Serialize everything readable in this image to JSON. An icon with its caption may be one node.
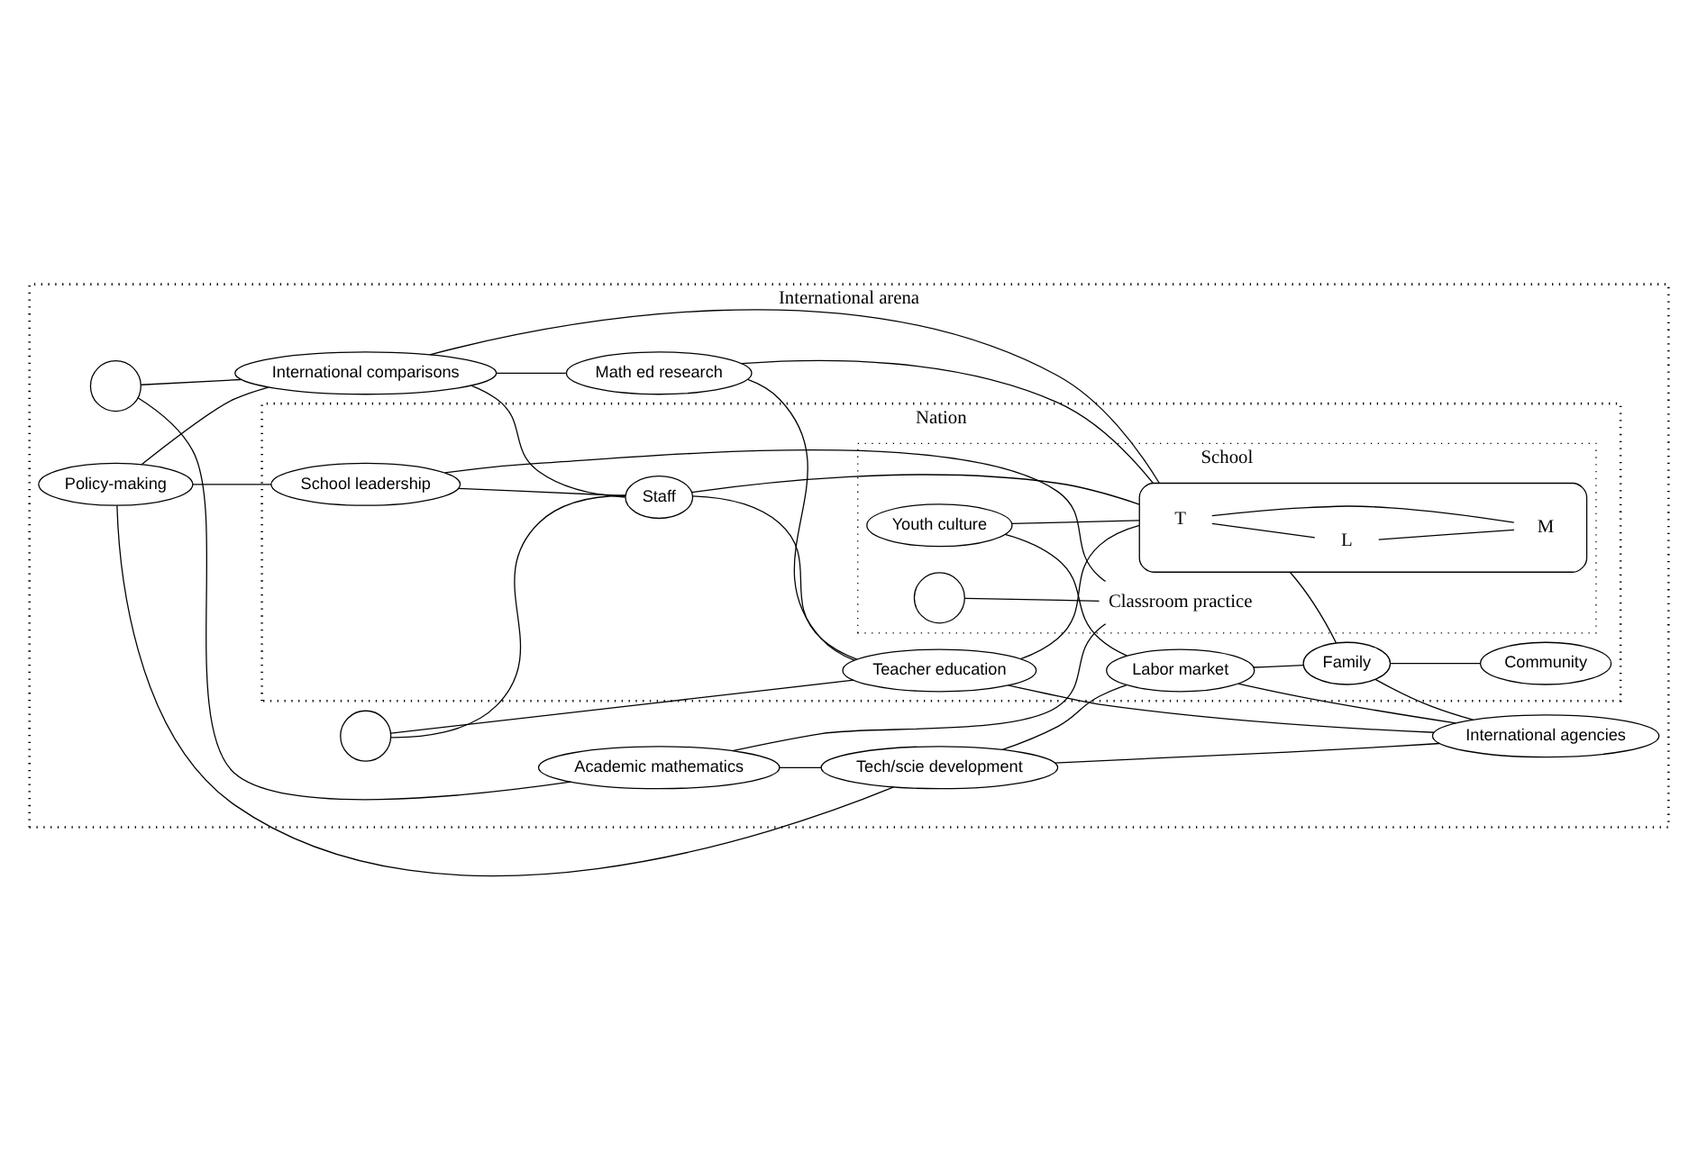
{
  "diagram": {
    "nodes": [
      {
        "text": [
          "International arena"
        ]
      },
      {
        "text": [],
        "shape": "circle",
        "in": 0
      },
      {
        "text": [
          "Nation"
        ],
        "in": 0
      },
      {
        "text": [
          "Academic mathematics"
        ],
        "in": 0
      },
      {
        "text": [
          "Policy-making"
        ],
        "in": 0
      },
      {
        "text": [
          "School"
        ],
        "in": 2
      },
      {
        "text": [
          "Tech/scie development"
        ],
        "in": 0
      },
      {
        "text": [
          "Youth culture"
        ],
        "in": 5
      },
      {
        "text": [],
        "shape": "circle",
        "in": 5
      },
      {
        "text": [
          "International comparisons"
        ],
        "in": 0
      },
      {
        "text": [
          "School leadership"
        ],
        "in": 2
      },
      {
        "text": [
          "Classroom practice"
        ],
        "in": 5
      },
      {
        "text": [
          "Labor market"
        ],
        "in": 2
      },
      {
        "text": [],
        "shape": "box",
        "in": 5
      },
      {
        "text": [
          "T"
        ],
        "in": 13
      },
      {
        "text": [
          "L"
        ],
        "in": 13
      },
      {
        "text": [
          "M"
        ],
        "in": 13
      },
      {
        "text": [],
        "shape": "circle",
        "in": 0
      },
      {
        "text": [
          "Staff"
        ],
        "in": 2
      },
      {
        "text": [
          "Family"
        ],
        "in": 2
      },
      {
        "text": [
          "Community"
        ],
        "in": 2
      },
      {
        "text": [
          "Math ed research"
        ],
        "in": 0
      },
      {
        "text": [
          "Teacher education"
        ],
        "in": 2
      },
      {
        "text": [
          "International agencies"
        ],
        "in": 0
      }
    ],
    "edges": [
      {
        "from": 1,
        "to": 3,
        "arrow": "none"
      },
      {
        "from": 1,
        "to": 9,
        "arrow": "none"
      },
      {
        "from": 4,
        "to": 9,
        "arrow": "none"
      },
      {
        "from": 4,
        "to": 6,
        "arrow": "none"
      },
      {
        "from": 4,
        "to": 10,
        "arrow": "none"
      },
      {
        "from": 3,
        "to": 6,
        "arrow": "none"
      },
      {
        "from": 3,
        "to": 11,
        "arrow": "none"
      },
      {
        "from": 10,
        "to": 11,
        "arrow": "none"
      },
      {
        "from": 8,
        "to": 11,
        "arrow": "none"
      },
      {
        "from": 10,
        "to": 18,
        "arrow": "none"
      },
      {
        "from": 9,
        "to": 13,
        "arrow": "none"
      },
      {
        "from": 9,
        "to": 18,
        "arrow": "none"
      },
      {
        "from": 9,
        "to": 21,
        "arrow": "none"
      },
      {
        "from": 7,
        "to": 13,
        "arrow": "none"
      },
      {
        "from": 7,
        "to": 12,
        "arrow": "none"
      },
      {
        "from": 6,
        "to": 12,
        "arrow": "none"
      },
      {
        "from": 6,
        "to": 23,
        "arrow": "none"
      },
      {
        "from": 12,
        "to": 19,
        "arrow": "none"
      },
      {
        "from": 12,
        "to": 23,
        "arrow": "none"
      },
      {
        "from": 14,
        "to": 15,
        "arrow": "none"
      },
      {
        "from": 14,
        "to": 16,
        "arrow": "none"
      },
      {
        "from": 15,
        "to": 16,
        "arrow": "none"
      },
      {
        "from": 18,
        "to": 13,
        "arrow": "none"
      },
      {
        "from": 13,
        "to": 19,
        "arrow": "none"
      },
      {
        "from": 19,
        "to": 20,
        "arrow": "none"
      },
      {
        "from": 19,
        "to": 23,
        "arrow": "none"
      },
      {
        "from": 17,
        "to": 18,
        "arrow": "none"
      },
      {
        "from": 17,
        "to": 22,
        "arrow": "none"
      },
      {
        "from": 18,
        "to": 22,
        "arrow": "none"
      },
      {
        "from": 21,
        "to": 13,
        "arrow": "none"
      },
      {
        "from": 22,
        "to": 13,
        "arrow": "none"
      },
      {
        "from": 22,
        "to": 23,
        "arrow": "none"
      },
      {
        "from": 21,
        "to": 22,
        "arrow": "none"
      }
    ]
  }
}
